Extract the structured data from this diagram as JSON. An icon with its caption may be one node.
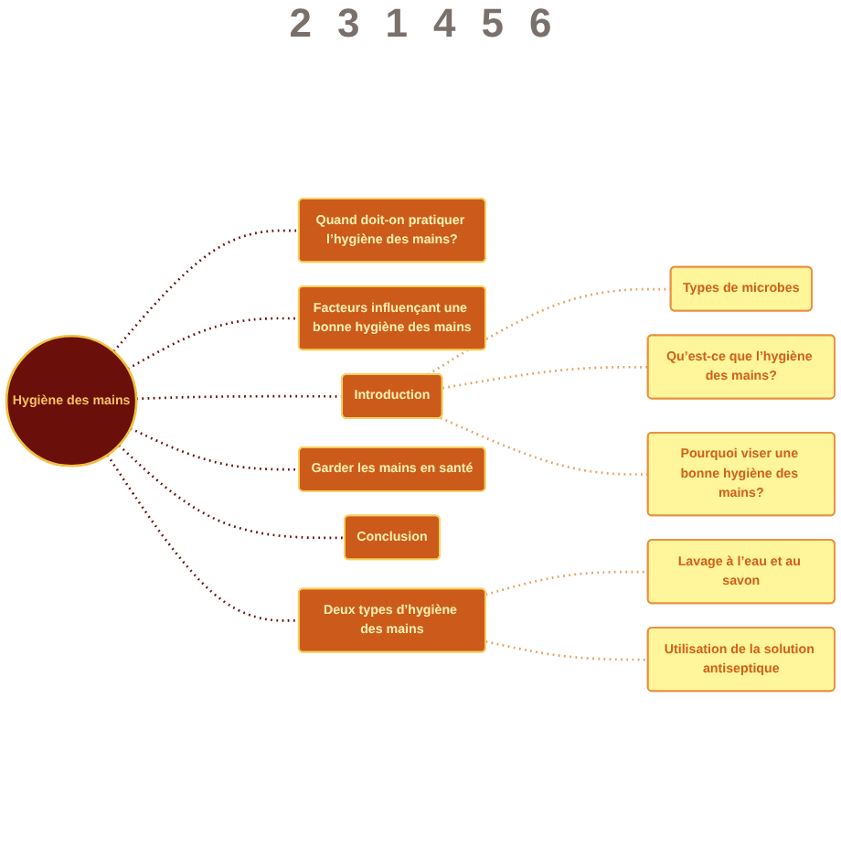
{
  "diagram": {
    "nodes": [
      {
        "text": [
          "Quand doit-on pratiquer l’hygiène des mains?"
        ]
      },
      {
        "text": [
          "Facteurs influençant une bonne hygiène des mains"
        ]
      },
      {
        "text": [
          "Introduction"
        ]
      },
      {
        "text": [
          "Deux types d’hygiène des mains"
        ]
      },
      {
        "text": [
          "Types de microbes"
        ]
      },
      {
        "text": [
          "Hygiène des mains"
        ]
      },
      {
        "text": [
          "Lavage à l’eau et au savon"
        ]
      },
      {
        "text": [
          "Qu’est-ce que l’hygiène des mains?"
        ]
      },
      {
        "text": [
          "Utilisation de la solution antiseptique"
        ]
      },
      {
        "text": [
          "Pourquoi viser une bonne hygiène des mains?"
        ]
      },
      {
        "text": [
          "Garder les mains en santé"
        ]
      },
      {
        "text": [
          "Conclusion"
        ]
      }
    ],
    "edges": [
      {
        "from": 5,
        "to": 0,
        "arrow": "none",
        "style": "dashed"
      },
      {
        "from": 5,
        "to": 1,
        "arrow": "none",
        "style": "dashed"
      },
      {
        "from": 5,
        "to": 2,
        "arrow": "none",
        "style": "dashed"
      },
      {
        "from": 5,
        "to": 3,
        "arrow": "none",
        "style": "dashed"
      },
      {
        "from": 5,
        "to": 10,
        "arrow": "none",
        "style": "dashed"
      },
      {
        "from": 5,
        "to": 11,
        "arrow": "none",
        "style": "dashed"
      },
      {
        "from": 2,
        "to": 4,
        "arrow": "none",
        "style": "dashed",
        "color": "#e8a060"
      },
      {
        "from": 2,
        "to": 7,
        "arrow": "none",
        "style": "dashed",
        "color": "#e8a060"
      },
      {
        "from": 2,
        "to": 9,
        "arrow": "none",
        "style": "dashed",
        "color": "#e8a060"
      },
      {
        "from": 3,
        "to": 6,
        "arrow": "none",
        "style": "dashed",
        "color": "#e8a060"
      },
      {
        "from": 3,
        "to": 8,
        "arrow": "none",
        "style": "dashed",
        "color": "#e8a060"
      }
    ],
    "labels": [
      "2",
      "3",
      "1",
      "4",
      "5",
      "6"
    ]
  }
}
